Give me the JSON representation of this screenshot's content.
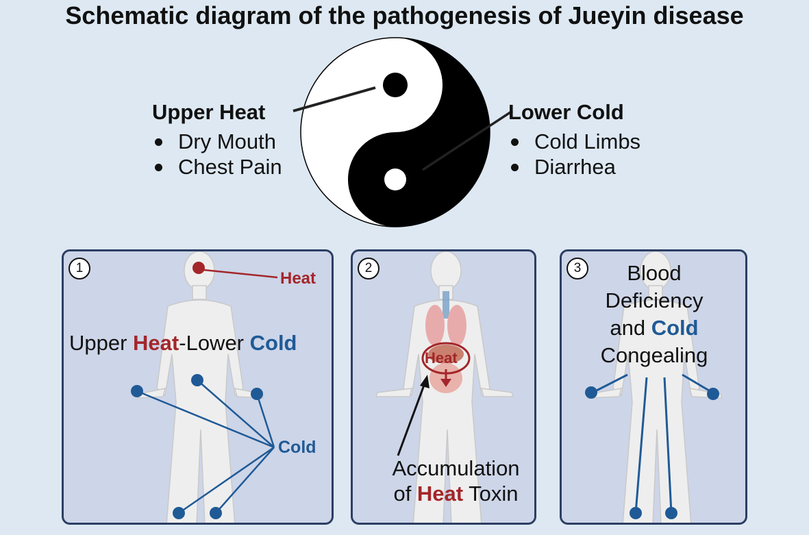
{
  "title": "Schematic diagram of the pathogenesis of Jueyin disease",
  "upper": {
    "heading": "Upper Heat",
    "symptoms": [
      "Dry Mouth",
      "Chest Pain"
    ]
  },
  "lower": {
    "heading": "Lower Cold",
    "symptoms": [
      "Cold Limbs",
      "Diarrhea"
    ]
  },
  "colors": {
    "heat": "#a3262a",
    "cold": "#1f5a96",
    "panel": "#cdd5e8",
    "border": "#2c3e63"
  },
  "panels": [
    {
      "number": "1",
      "heat_label": "Heat",
      "cold_label": "Cold",
      "caption": {
        "part1": "Upper ",
        "heat": "Heat",
        "part2": "-Lower ",
        "cold": "Cold"
      }
    },
    {
      "number": "2",
      "organ_label": "Heat",
      "caption": {
        "line1": "Accumulation",
        "pre": "of ",
        "heat": "Heat",
        "post": " Toxin"
      }
    },
    {
      "number": "3",
      "caption": {
        "line1": "Blood",
        "line2": "Deficiency",
        "pre": "and ",
        "cold": "Cold",
        "line4": "Congealing"
      }
    }
  ]
}
